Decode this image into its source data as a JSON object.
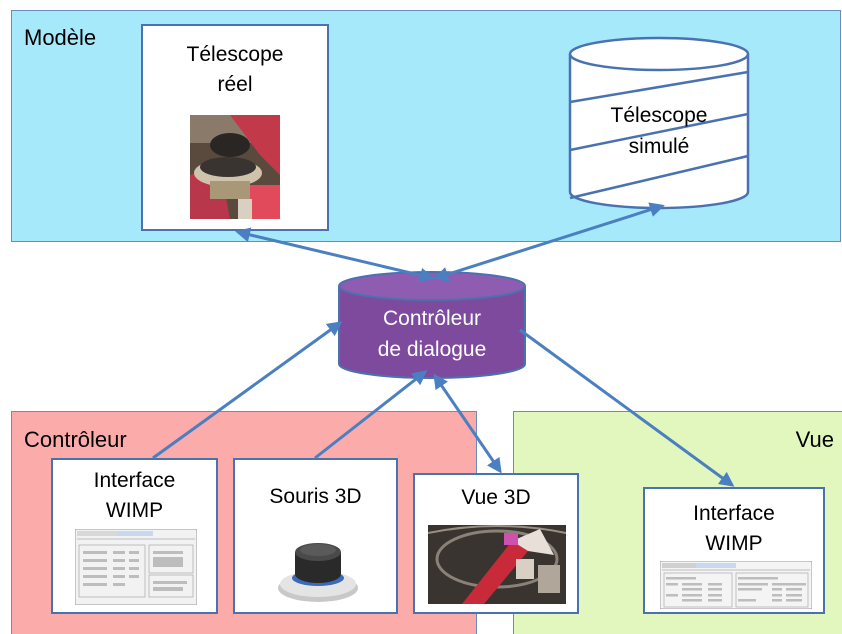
{
  "colors": {
    "model_bg": "#a6e9fb",
    "controller_bg": "#fcabab",
    "view_bg": "#e2f7bd",
    "arrow": "#4a7fc1",
    "dialog_fill": "#7d4a9e"
  },
  "regions": {
    "model": {
      "label": "Modèle"
    },
    "controller": {
      "label": "Contrôleur"
    },
    "view": {
      "label": "Vue"
    }
  },
  "boxes": {
    "real_telescope": {
      "label": "Télescope\nréel"
    },
    "simulated_telescope": {
      "label": "Télescope\nsimulé"
    },
    "dialog_controller": {
      "label": "Contrôleur\nde dialogue"
    },
    "wimp_interface_controller": {
      "label": "Interface\nWIMP"
    },
    "mouse_3d": {
      "label": "Souris 3D"
    },
    "view_3d": {
      "label": "Vue 3D"
    },
    "wimp_interface_view": {
      "label": "Interface\nWIMP"
    }
  }
}
